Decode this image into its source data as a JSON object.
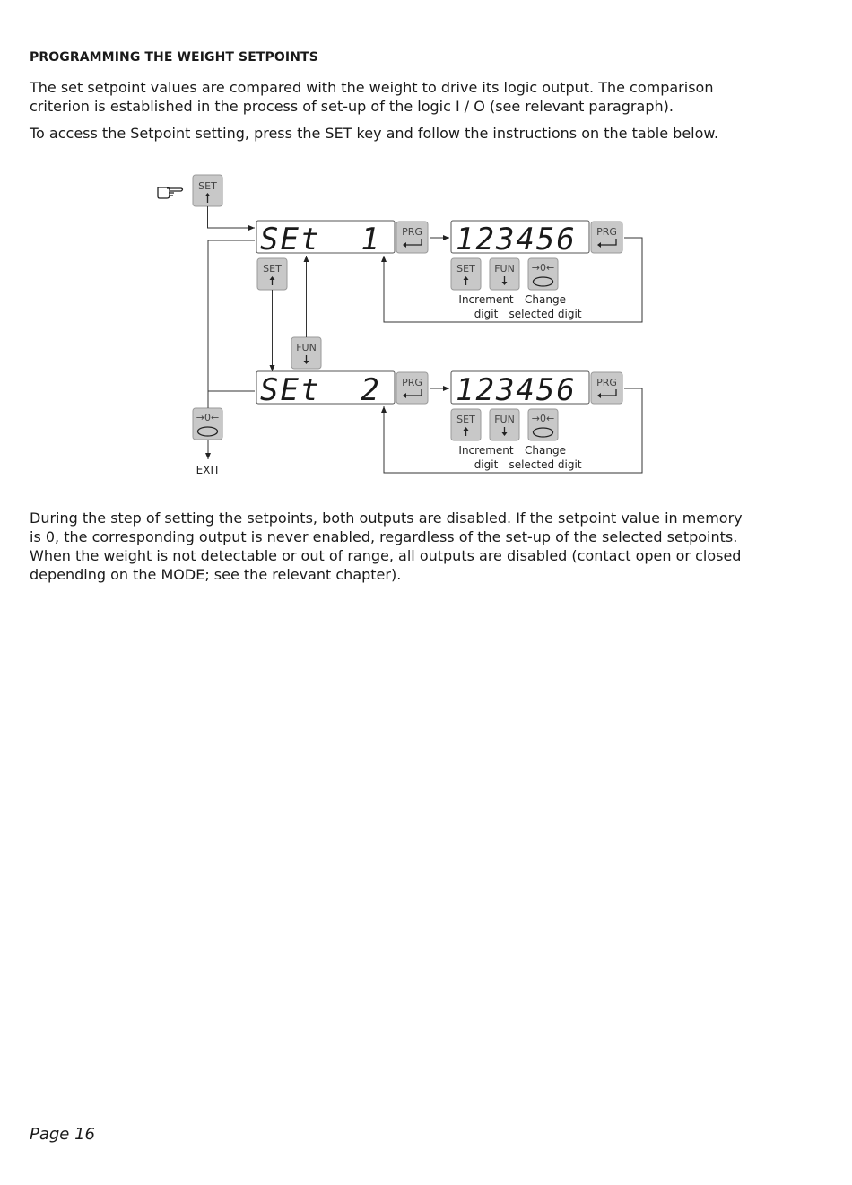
{
  "heading": "PROGRAMMING THE WEIGHT SETPOINTS",
  "paragraphs": [
    "The set setpoint values are compared with the weight to drive its logic output. The comparison criterion is established in the process of set-up of the logic I / O (see relevant paragraph).",
    "To access the Setpoint setting, press the SET key and follow the instructions on the table below.",
    "During the step of setting the setpoints, both outputs are disabled. If the setpoint value in memory is 0, the corresponding output is never enabled, regardless of the set-up of the selected setpoints. When the weight is not detectable or out of range, all outputs are disabled (contact open or closed depending on the MODE; see the relevant chapter)."
  ],
  "diagram": {
    "pointer_icon": "pointing-hand-icon",
    "keys": {
      "set": "SET",
      "prg": "PRG",
      "fun": "FUN",
      "zero": "→0←"
    },
    "display_set1": "SEt  1",
    "display_set2": "SEt  2",
    "display_value": "123456",
    "caption_increment": [
      "Increment",
      "digit"
    ],
    "caption_change": [
      "Change",
      "selected digit"
    ],
    "exit_label": "EXIT"
  },
  "footer": "Page 16"
}
